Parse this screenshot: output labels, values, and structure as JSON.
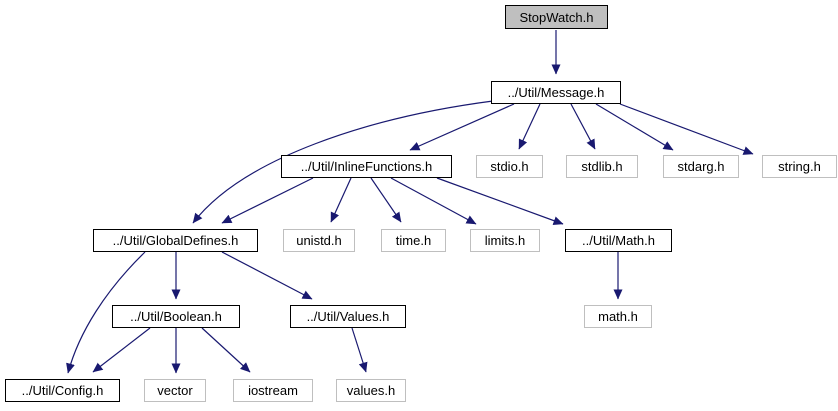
{
  "diagram": {
    "type": "include-dependency-graph",
    "root_file": "StopWatch.h",
    "colors": {
      "edge": "#191970",
      "root_fill": "#bfbfbf",
      "project_node_border": "#000000",
      "system_node_border": "#bfbfbf",
      "node_fill": "#ffffff",
      "text": "#000000"
    }
  },
  "nodes": {
    "stopwatch": {
      "label": "StopWatch.h"
    },
    "message": {
      "label": "../Util/Message.h"
    },
    "inline_functions": {
      "label": "../Util/InlineFunctions.h"
    },
    "stdio": {
      "label": "stdio.h"
    },
    "stdlib": {
      "label": "stdlib.h"
    },
    "stdarg": {
      "label": "stdarg.h"
    },
    "string": {
      "label": "string.h"
    },
    "global_defines": {
      "label": "../Util/GlobalDefines.h"
    },
    "unistd": {
      "label": "unistd.h"
    },
    "time": {
      "label": "time.h"
    },
    "limits": {
      "label": "limits.h"
    },
    "math_util": {
      "label": "../Util/Math.h"
    },
    "boolean": {
      "label": "../Util/Boolean.h"
    },
    "values_util": {
      "label": "../Util/Values.h"
    },
    "math_system": {
      "label": "math.h"
    },
    "config": {
      "label": "../Util/Config.h"
    },
    "vector": {
      "label": "vector"
    },
    "iostream": {
      "label": "iostream"
    },
    "values_system": {
      "label": "values.h"
    }
  },
  "edges": [
    {
      "from": "StopWatch.h",
      "to": "../Util/Message.h"
    },
    {
      "from": "../Util/Message.h",
      "to": "../Util/InlineFunctions.h"
    },
    {
      "from": "../Util/Message.h",
      "to": "stdio.h"
    },
    {
      "from": "../Util/Message.h",
      "to": "stdlib.h"
    },
    {
      "from": "../Util/Message.h",
      "to": "stdarg.h"
    },
    {
      "from": "../Util/Message.h",
      "to": "string.h"
    },
    {
      "from": "../Util/Message.h",
      "to": "../Util/GlobalDefines.h"
    },
    {
      "from": "../Util/InlineFunctions.h",
      "to": "../Util/GlobalDefines.h"
    },
    {
      "from": "../Util/InlineFunctions.h",
      "to": "unistd.h"
    },
    {
      "from": "../Util/InlineFunctions.h",
      "to": "time.h"
    },
    {
      "from": "../Util/InlineFunctions.h",
      "to": "limits.h"
    },
    {
      "from": "../Util/InlineFunctions.h",
      "to": "../Util/Math.h"
    },
    {
      "from": "../Util/GlobalDefines.h",
      "to": "../Util/Boolean.h"
    },
    {
      "from": "../Util/GlobalDefines.h",
      "to": "../Util/Values.h"
    },
    {
      "from": "../Util/GlobalDefines.h",
      "to": "../Util/Config.h"
    },
    {
      "from": "../Util/Boolean.h",
      "to": "../Util/Config.h"
    },
    {
      "from": "../Util/Boolean.h",
      "to": "vector"
    },
    {
      "from": "../Util/Boolean.h",
      "to": "iostream"
    },
    {
      "from": "../Util/Values.h",
      "to": "values.h"
    },
    {
      "from": "../Util/Math.h",
      "to": "math.h"
    }
  ]
}
